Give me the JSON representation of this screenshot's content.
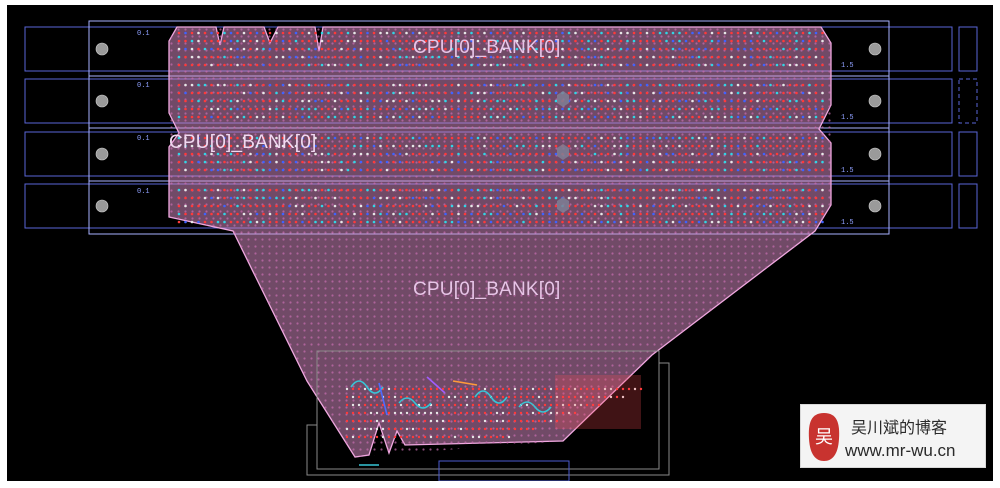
{
  "layout_view": {
    "net_labels": [
      {
        "text": "CPU[0]_BANK[0]"
      },
      {
        "text": "CPU[0]_BANK[0]"
      },
      {
        "text": "CPU[0]_BANK[0]"
      }
    ],
    "colors": {
      "background": "#000000",
      "copper_pour": "#d98ec6",
      "pour_outline": "#f0a8e0",
      "outline": "#8090ff",
      "via_red": "#ff3a3a",
      "via_white": "#e8e8e8",
      "via_blue": "#3f63ff",
      "via_cyan": "#31d6e6",
      "label": "#e7c3e7"
    }
  },
  "watermark": {
    "logo_glyph": "吴",
    "title": "吴川斌的博客",
    "url": "www.mr-wu.cn"
  }
}
